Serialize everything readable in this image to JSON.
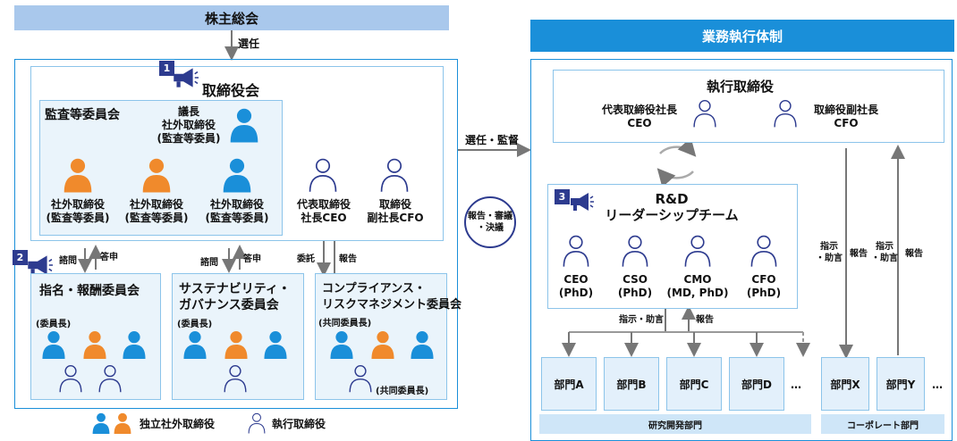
{
  "shareholders": "株主総会",
  "elect": "選任",
  "board": {
    "badge": "1",
    "title": "取締役会"
  },
  "audit": {
    "title": "監査等委員会",
    "chair": [
      "議長",
      "社外取締役",
      "(監査等委員)"
    ],
    "member1": [
      "社外取締役",
      "(監査等委員)"
    ],
    "member2": [
      "社外取締役",
      "(監査等委員)"
    ],
    "member3": [
      "社外取締役",
      "(監査等委員)"
    ]
  },
  "ceo_board": [
    "代表取締役",
    "社長CEO"
  ],
  "cfo_board": [
    "取締役",
    "副社長CFO"
  ],
  "committees": {
    "badge": "2",
    "nomination": {
      "title": "指名・報酬委員会",
      "chair": "(委員長)",
      "arrow_up": "答申",
      "arrow_down": "諮問"
    },
    "sustainability": {
      "title": [
        "サステナビリティ・",
        "ガバナンス委員会"
      ],
      "chair": "(委員長)",
      "arrow_up": "答申",
      "arrow_down": "諮問"
    },
    "compliance": {
      "title": [
        "コンプライアンス・",
        "リスクマネジメント委員会"
      ],
      "chair": "(共同委員長)",
      "chair2": "(共同委員長)",
      "arrow_up": "報告",
      "arrow_down": "委託"
    }
  },
  "legend": {
    "independent": "独立社外取締役",
    "executive": "執行取締役"
  },
  "elect_supervise": "選任・監督",
  "cycle": [
    "報告・審議",
    "・決議"
  ],
  "exec": {
    "band": "業務執行体制",
    "title": "執行取締役",
    "ceo": [
      "代表取締役社長",
      "CEO"
    ],
    "cfo": [
      "取締役副社長",
      "CFO"
    ]
  },
  "rd": {
    "badge": "3",
    "title": [
      "R&D",
      "リーダーシップチーム"
    ],
    "members": [
      [
        "CEO",
        "(PhD)"
      ],
      [
        "CSO",
        "(PhD)"
      ],
      [
        "CMO",
        "(MD, PhD)"
      ],
      [
        "CFO",
        "(PhD)"
      ]
    ]
  },
  "instruct_advise": "指示・助言",
  "report": "報告",
  "side_instruct": [
    "指示",
    "・助言"
  ],
  "side_instruct2": [
    "指示",
    "・助言"
  ],
  "side_report": "報告",
  "side_report2": "報告",
  "departments": [
    "部門A",
    "部門B",
    "部門C",
    "部門D"
  ],
  "dept_more": "…",
  "rd_dept_label": "研究開発部門",
  "corp_departments": [
    "部門X",
    "部門Y"
  ],
  "corp_more": "…",
  "corp_label": "コーポレート部門",
  "colors": {
    "accent": "#1a8fd9",
    "orange": "#f08a2c",
    "navy": "#2d3b8f",
    "pale": "#eaf4fb",
    "band": "#a9c8ec"
  }
}
